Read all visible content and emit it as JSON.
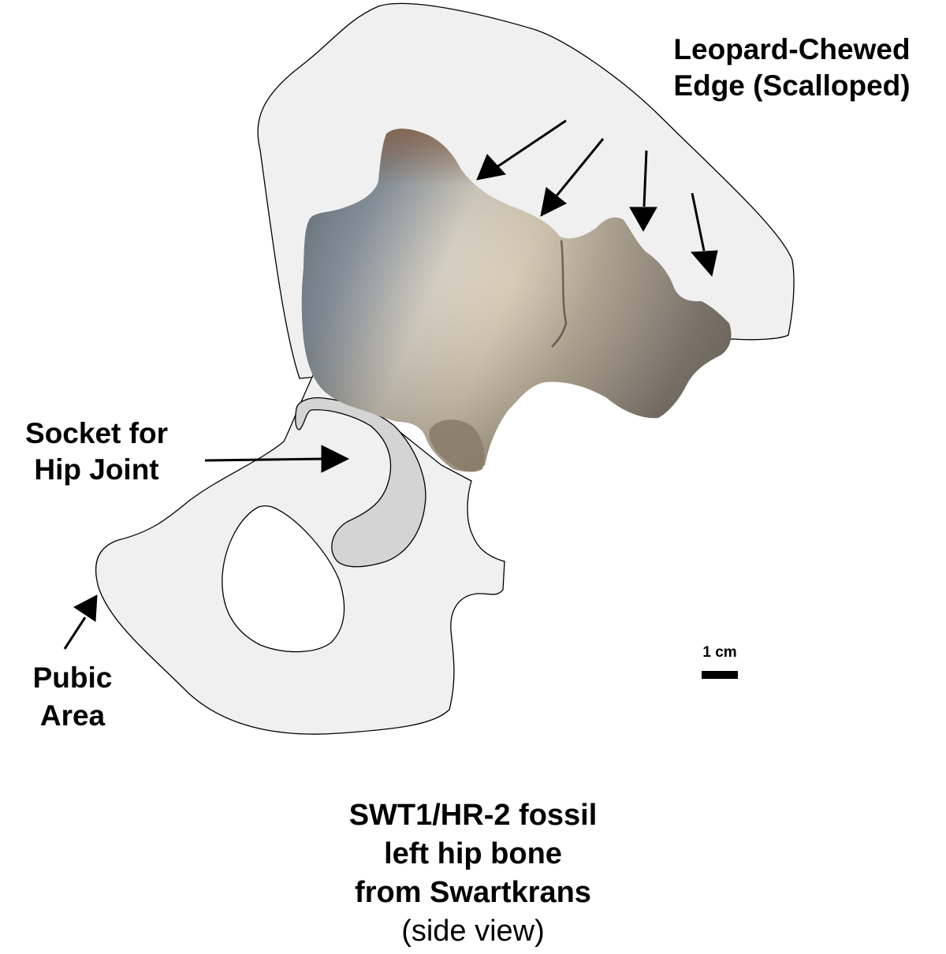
{
  "figure": {
    "title_lines": [
      "SWT1/HR-2 fossil",
      "left hip bone",
      "from Swartkrans"
    ],
    "subtitle": "(side view)"
  },
  "labels": {
    "leopard_chewed": [
      "Leopard-Chewed",
      "Edge (Scalloped)"
    ],
    "socket": [
      "Socket for",
      "Hip Joint"
    ],
    "pubic": [
      "Pubic",
      "Area"
    ]
  },
  "scale_bar": {
    "label": "1 cm"
  },
  "colors": {
    "outline_fill": "#f0f0f0",
    "outline_stroke": "#000000",
    "socket_fill": "#d4d4d4",
    "fossil_blue_gray": "#7e8c9a",
    "fossil_tan": "#c8b89a",
    "fossil_brown": "#7a634a",
    "arrow": "#000000"
  },
  "annotations": {
    "leopard_arrow_count": 4
  }
}
